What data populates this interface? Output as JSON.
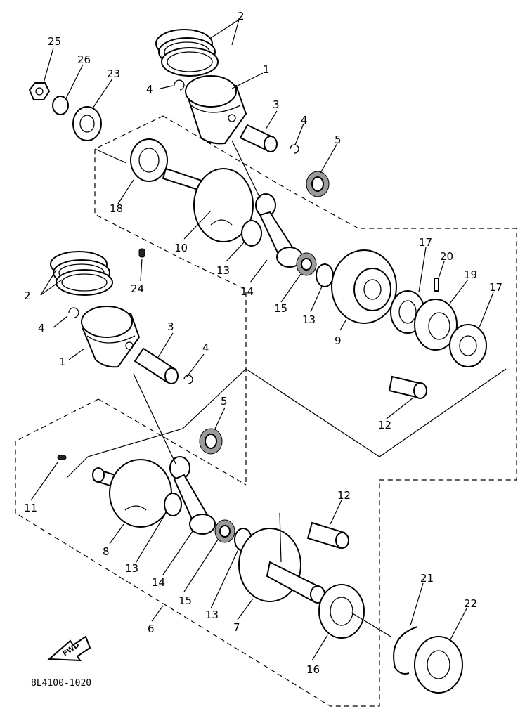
{
  "diagram": {
    "drawing_code": "8L4100-1020",
    "fwd_label": "FWD",
    "callouts": {
      "c2a": "2",
      "c25": "25",
      "c26": "26",
      "c23": "23",
      "c1a": "1",
      "c4a": "4",
      "c3a": "3",
      "c4b": "4",
      "c5a": "5",
      "c18": "18",
      "c10": "10",
      "c24": "24",
      "c13a": "13",
      "c14a": "14",
      "c15a": "15",
      "c13b": "13",
      "c9": "9",
      "c17a": "17",
      "c20": "20",
      "c19": "19",
      "c17b": "17",
      "c12a": "12",
      "c2b": "2",
      "c4c": "4",
      "c1b": "1",
      "c3b": "3",
      "c4d": "4",
      "c5b": "5",
      "c11": "11",
      "c8": "8",
      "c13c": "13",
      "c14b": "14",
      "c15b": "15",
      "c13d": "13",
      "c7": "7",
      "c12b": "12",
      "c16": "16",
      "c6": "6",
      "c21": "21",
      "c22": "22"
    },
    "icons": [
      "fwd-arrow-icon"
    ]
  }
}
